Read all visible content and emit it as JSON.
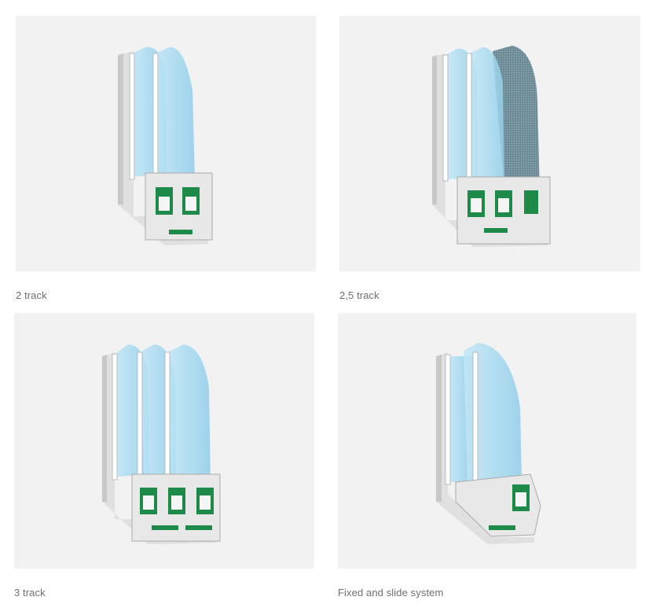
{
  "products": [
    {
      "caption": "2 track"
    },
    {
      "caption": "2,5 track"
    },
    {
      "caption": "3 track"
    },
    {
      "caption": "Fixed and slide system"
    }
  ],
  "colors": {
    "tile_bg": "#f2f2f2",
    "profile": "#e3e3e3",
    "glass": "#a9dcf2",
    "gasket": "#1d8a4a",
    "caption": "#6f6f6f"
  }
}
